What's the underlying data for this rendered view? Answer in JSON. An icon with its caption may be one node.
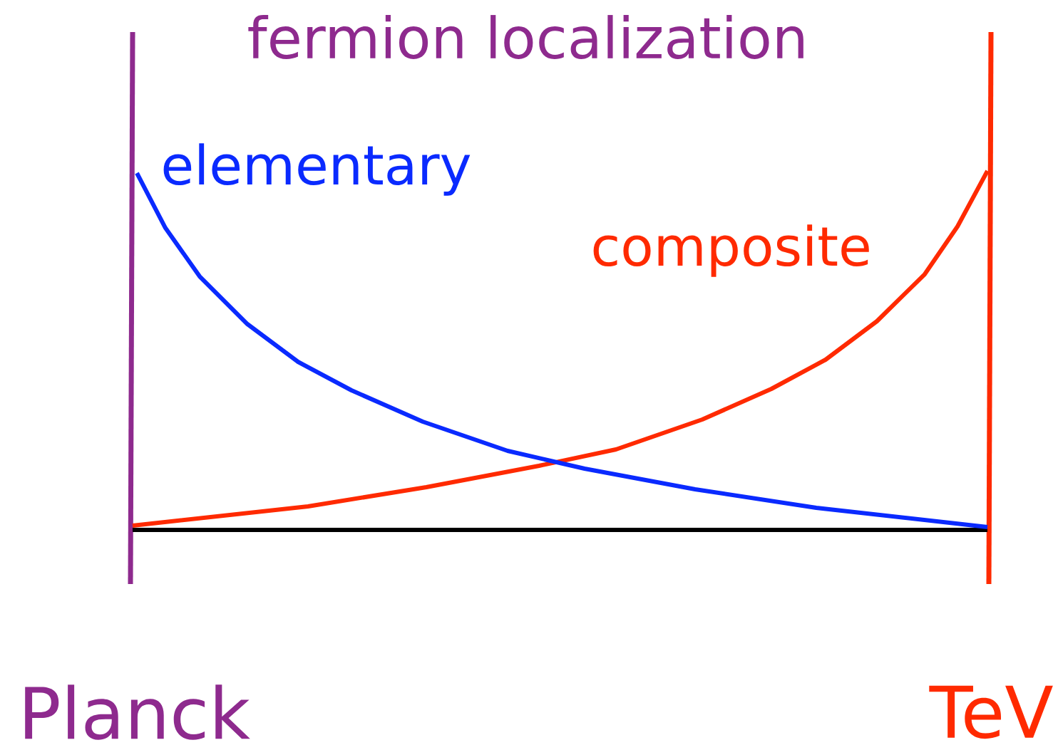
{
  "diagram": {
    "title": "fermion localization",
    "labels": [
      "elementary",
      "composite",
      "Planck",
      "TeV"
    ]
  }
}
